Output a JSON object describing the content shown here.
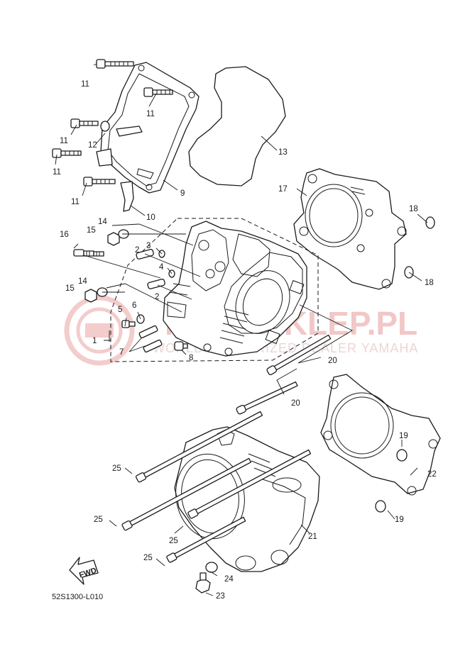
{
  "diagram_code": "52S1300-L010",
  "fwd_label": "FWD",
  "watermark": {
    "title": "MOTOSKLEP.PL",
    "subtitle": "WORLD AUTHORIZED DEALER YAMAHA"
  },
  "callouts": [
    {
      "id": "c1",
      "label": "1"
    },
    {
      "id": "c2a",
      "label": "2"
    },
    {
      "id": "c2b",
      "label": "2"
    },
    {
      "id": "c3",
      "label": "3"
    },
    {
      "id": "c4",
      "label": "4"
    },
    {
      "id": "c5",
      "label": "5"
    },
    {
      "id": "c6",
      "label": "6"
    },
    {
      "id": "c7",
      "label": "7"
    },
    {
      "id": "c8",
      "label": "8"
    },
    {
      "id": "c9",
      "label": "9"
    },
    {
      "id": "c10",
      "label": "10"
    },
    {
      "id": "c11a",
      "label": "11"
    },
    {
      "id": "c11b",
      "label": "11"
    },
    {
      "id": "c11c",
      "label": "11"
    },
    {
      "id": "c11d",
      "label": "11"
    },
    {
      "id": "c11e",
      "label": "11"
    },
    {
      "id": "c12",
      "label": "12"
    },
    {
      "id": "c13",
      "label": "13"
    },
    {
      "id": "c14a",
      "label": "14"
    },
    {
      "id": "c14b",
      "label": "14"
    },
    {
      "id": "c15a",
      "label": "15"
    },
    {
      "id": "c15b",
      "label": "15"
    },
    {
      "id": "c16",
      "label": "16"
    },
    {
      "id": "c17",
      "label": "17"
    },
    {
      "id": "c18a",
      "label": "18"
    },
    {
      "id": "c18b",
      "label": "18"
    },
    {
      "id": "c19a",
      "label": "19"
    },
    {
      "id": "c19b",
      "label": "19"
    },
    {
      "id": "c20a",
      "label": "20"
    },
    {
      "id": "c20b",
      "label": "20"
    },
    {
      "id": "c21",
      "label": "21"
    },
    {
      "id": "c22",
      "label": "22"
    },
    {
      "id": "c23",
      "label": "23"
    },
    {
      "id": "c24",
      "label": "24"
    },
    {
      "id": "c25a",
      "label": "25"
    },
    {
      "id": "c25b",
      "label": "25"
    },
    {
      "id": "c25c",
      "label": "25"
    },
    {
      "id": "c25d",
      "label": "25"
    }
  ]
}
